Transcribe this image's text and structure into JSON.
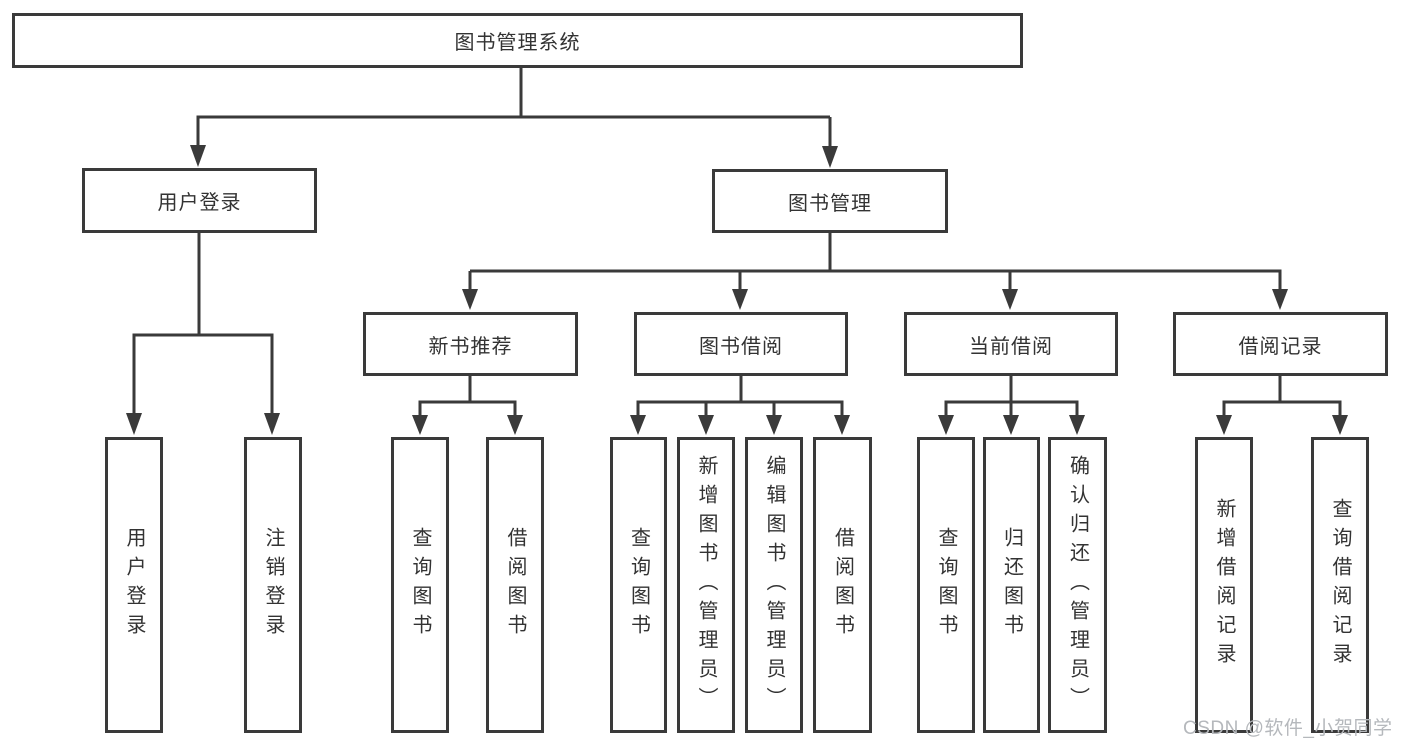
{
  "diagram": {
    "root": "图书管理系统",
    "level2": [
      {
        "label": "用户登录"
      },
      {
        "label": "图书管理"
      }
    ],
    "level3": [
      {
        "label": "新书推荐"
      },
      {
        "label": "图书借阅"
      },
      {
        "label": "当前借阅"
      },
      {
        "label": "借阅记录"
      }
    ],
    "leaves": {
      "user": [
        "用户登录",
        "注销登录"
      ],
      "recommend": [
        "查询图书",
        "借阅图书"
      ],
      "borrow": [
        "查询图书",
        "新增图书（管理员）",
        "编辑图书（管理员）",
        "借阅图书"
      ],
      "current": [
        "查询图书",
        "归还图书",
        "确认归还（管理员）"
      ],
      "records": [
        "新增借阅记录",
        "查询借阅记录"
      ]
    },
    "colors": {
      "line": "#3a3a3a",
      "text": "#333333",
      "background": "#ffffff",
      "watermark": "#b5b8bc"
    }
  },
  "watermark": "CSDN @软件_小贺同学"
}
